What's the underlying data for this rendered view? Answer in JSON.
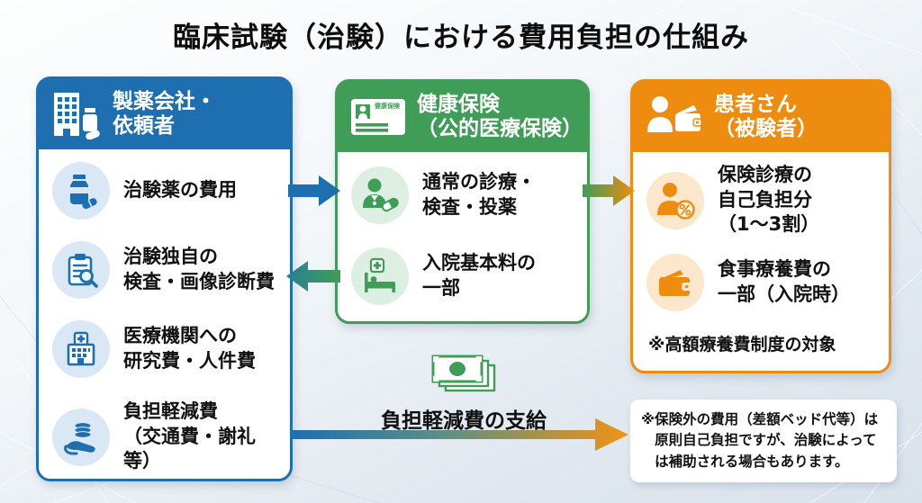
{
  "title": "臨床試験（治験）における費用負担の仕組み",
  "colors": {
    "pharma_blue": "#1e6fb0",
    "insurance_green": "#3f9d58",
    "patient_orange": "#ee8c0f"
  },
  "pharma": {
    "header": {
      "line1": "製薬会社・",
      "line2": "依頼者",
      "icon": "building-pill-icon"
    },
    "items": [
      {
        "icon": "pill-bottle-icon",
        "line1": "治験薬の費用",
        "line2": ""
      },
      {
        "icon": "clipboard-search-icon",
        "line1": "治験独自の",
        "line2": "検査・画像診断費"
      },
      {
        "icon": "hospital-icon",
        "line1": "医療機関への",
        "line2": "研究費・人件費"
      },
      {
        "icon": "coins-hand-icon",
        "line1": "負担軽減費",
        "line2": "（交通費・謝礼等）"
      }
    ]
  },
  "insurance": {
    "header": {
      "line1": "健康保険",
      "line2": "（公的医療保険）",
      "icon": "insurance-card-icon",
      "card_label": "健康保険"
    },
    "items": [
      {
        "icon": "doctor-capsule-icon",
        "line1": "通常の診療・",
        "line2": "検査・投薬"
      },
      {
        "icon": "hospital-bed-icon",
        "line1": "入院基本料の",
        "line2": "一部"
      }
    ]
  },
  "patient": {
    "header": {
      "line1": "患者さん",
      "line2": "（被験者）",
      "icon": "person-wallet-icon"
    },
    "items": [
      {
        "icon": "person-percent-icon",
        "line1": "保険診療の",
        "line2": "自己負担分",
        "line3": "（1〜3割）"
      },
      {
        "icon": "wallet-icon",
        "line1": "食事療養費の",
        "line2": "一部（入院時）",
        "line3": ""
      }
    ],
    "note": "※高額療養費制度の対象"
  },
  "flows": {
    "money_icon": "money-bills-icon",
    "payment_label": "負担軽減費の支給"
  },
  "footnote": {
    "marker": "※",
    "text": "保険外の費用（差額ベッド代等）は原則自己負担ですが、治験によっては補助される場合もあります。"
  }
}
